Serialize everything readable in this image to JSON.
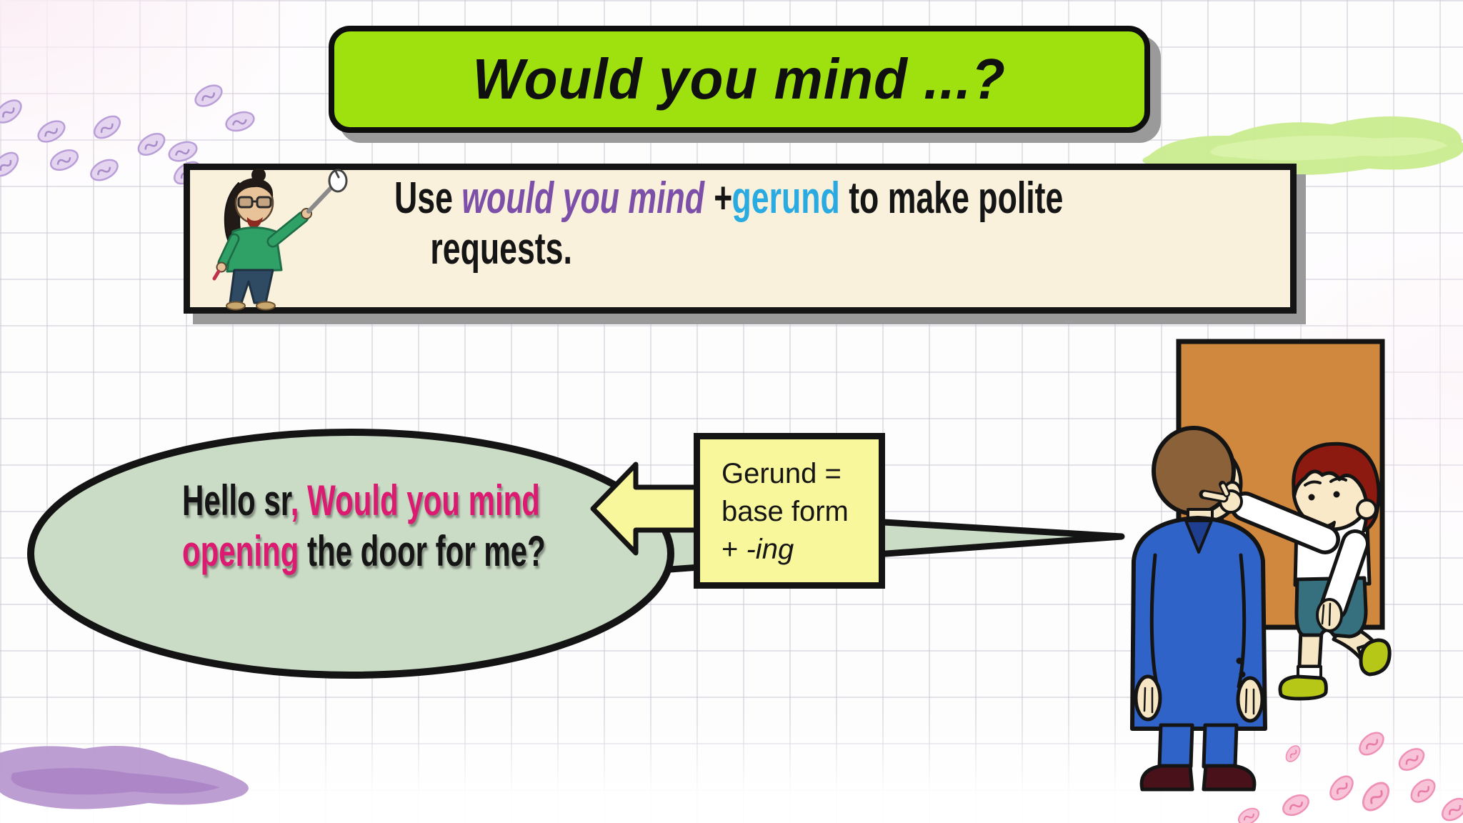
{
  "slide": {
    "title": "Would you mind ...?",
    "instruction": {
      "line1": [
        {
          "text": "Use ",
          "color": "ink"
        },
        {
          "text": "would you mind ",
          "color": "purple",
          "style": "italic"
        },
        {
          "text": "+",
          "color": "ink",
          "style": "italic"
        },
        {
          "text": "gerund",
          "color": "blue"
        },
        {
          "text": " to make polite",
          "color": "ink"
        }
      ],
      "line2": [
        {
          "text": "requests.",
          "color": "ink"
        }
      ]
    },
    "speech_bubble": {
      "line1": [
        {
          "text": "Hello sr",
          "color": "ink"
        },
        {
          "text": ", ",
          "color": "magenta"
        },
        {
          "text": "Would you mind",
          "color": "magenta"
        }
      ],
      "line2": [
        {
          "text": "opening",
          "color": "magenta"
        },
        {
          "text": " the door for me?",
          "color": "ink"
        }
      ]
    },
    "note": {
      "lines": [
        [
          {
            "text": "Gerund =",
            "color": "ink"
          }
        ],
        [
          {
            "text": "base form",
            "color": "ink"
          }
        ],
        [
          {
            "text": "+ ",
            "color": "ink"
          },
          {
            "text": "-ing",
            "color": "ink",
            "style": "italic"
          }
        ]
      ]
    },
    "illustrations": {
      "teacher": "teacher-with-pointer-stick",
      "scene": "boy-pointing-at-door-asking-man",
      "door": "orange-door",
      "decorations": [
        "purple-dashes",
        "green-brush-stroke",
        "purple-brush-stroke",
        "pink-dashes"
      ]
    }
  },
  "colors": {
    "ink": "#151515",
    "purple": "#7C50A8",
    "blue": "#29ABE2",
    "magenta": "#DD1A71",
    "title-green": "#9EE10E",
    "cream": "#FAF1DC",
    "bubble-green": "#CBDCC6",
    "note-yellow": "#F8F79B",
    "door-orange": "#D0873E",
    "suit-blue": "#2F63C8",
    "skin": "#F6E6C4",
    "boy-hair": "#8C1A10",
    "man-hair": "#8A6138",
    "shoe-green": "#B6C718",
    "shorts-teal": "#36707F",
    "shadow-gray": "#9A9A9A"
  }
}
